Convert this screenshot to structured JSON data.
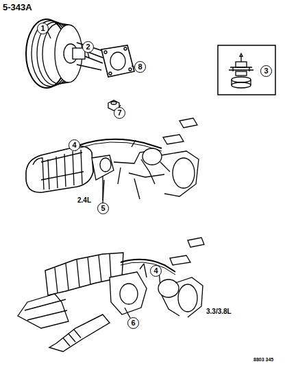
{
  "diagram": {
    "title": "5-343A",
    "labels": [
      "1",
      "2",
      "8",
      "3",
      "7",
      "4",
      "5",
      "2.4L",
      "4",
      "6",
      "3.3/3.8L",
      "8803 345"
    ]
  }
}
